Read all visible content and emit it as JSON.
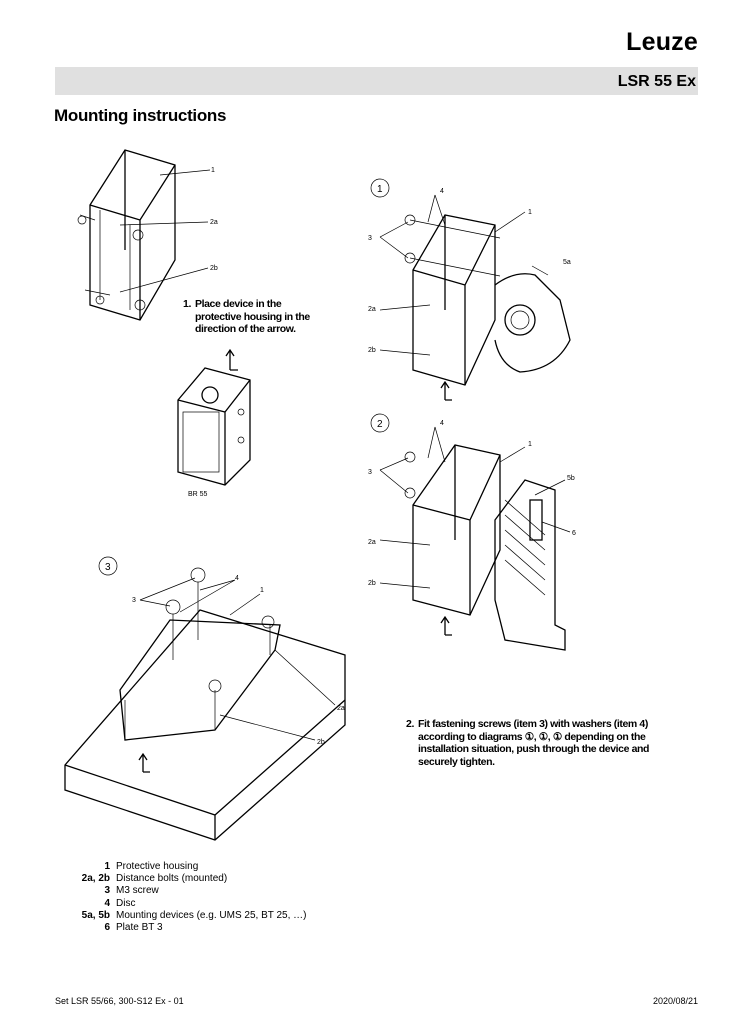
{
  "header": {
    "brand": "Leuze",
    "product": "LSR 55 Ex"
  },
  "title": "Mounting instructions",
  "steps": [
    {
      "num": "1.",
      "text": "Place device in the protective housing in the direction of the arrow."
    },
    {
      "num": "2.",
      "text": "Fit fastening screws (item 3) with washers (item 4) according to diagrams ①, ①, ① depending on the installation situation, push through the device and securely tighten."
    }
  ],
  "diagrams": {
    "housing_labels": [
      "1",
      "2a",
      "2b"
    ],
    "device_label": "BR 55",
    "diagram1": {
      "number": "1",
      "labels": [
        "4",
        "3",
        "1",
        "5a",
        "2a",
        "2b"
      ]
    },
    "diagram2": {
      "number": "2",
      "labels": [
        "4",
        "3",
        "1",
        "5b",
        "6",
        "2a",
        "2b"
      ]
    },
    "diagram3": {
      "number": "3",
      "labels": [
        "4",
        "3",
        "1",
        "2a",
        "2b"
      ]
    }
  },
  "legend": [
    {
      "key": "1",
      "desc": "Protective housing"
    },
    {
      "key": "2a, 2b",
      "desc": "Distance bolts (mounted)"
    },
    {
      "key": "3",
      "desc": "M3 screw"
    },
    {
      "key": "4",
      "desc": "Disc"
    },
    {
      "key": "5a, 5b",
      "desc": "Mounting devices (e.g. UMS 25, BT 25, …)"
    },
    {
      "key": "6",
      "desc": "Plate BT 3"
    }
  ],
  "footer": {
    "left": "Set LSR 55/66, 300-S12 Ex - 01",
    "right": "2020/08/21"
  }
}
